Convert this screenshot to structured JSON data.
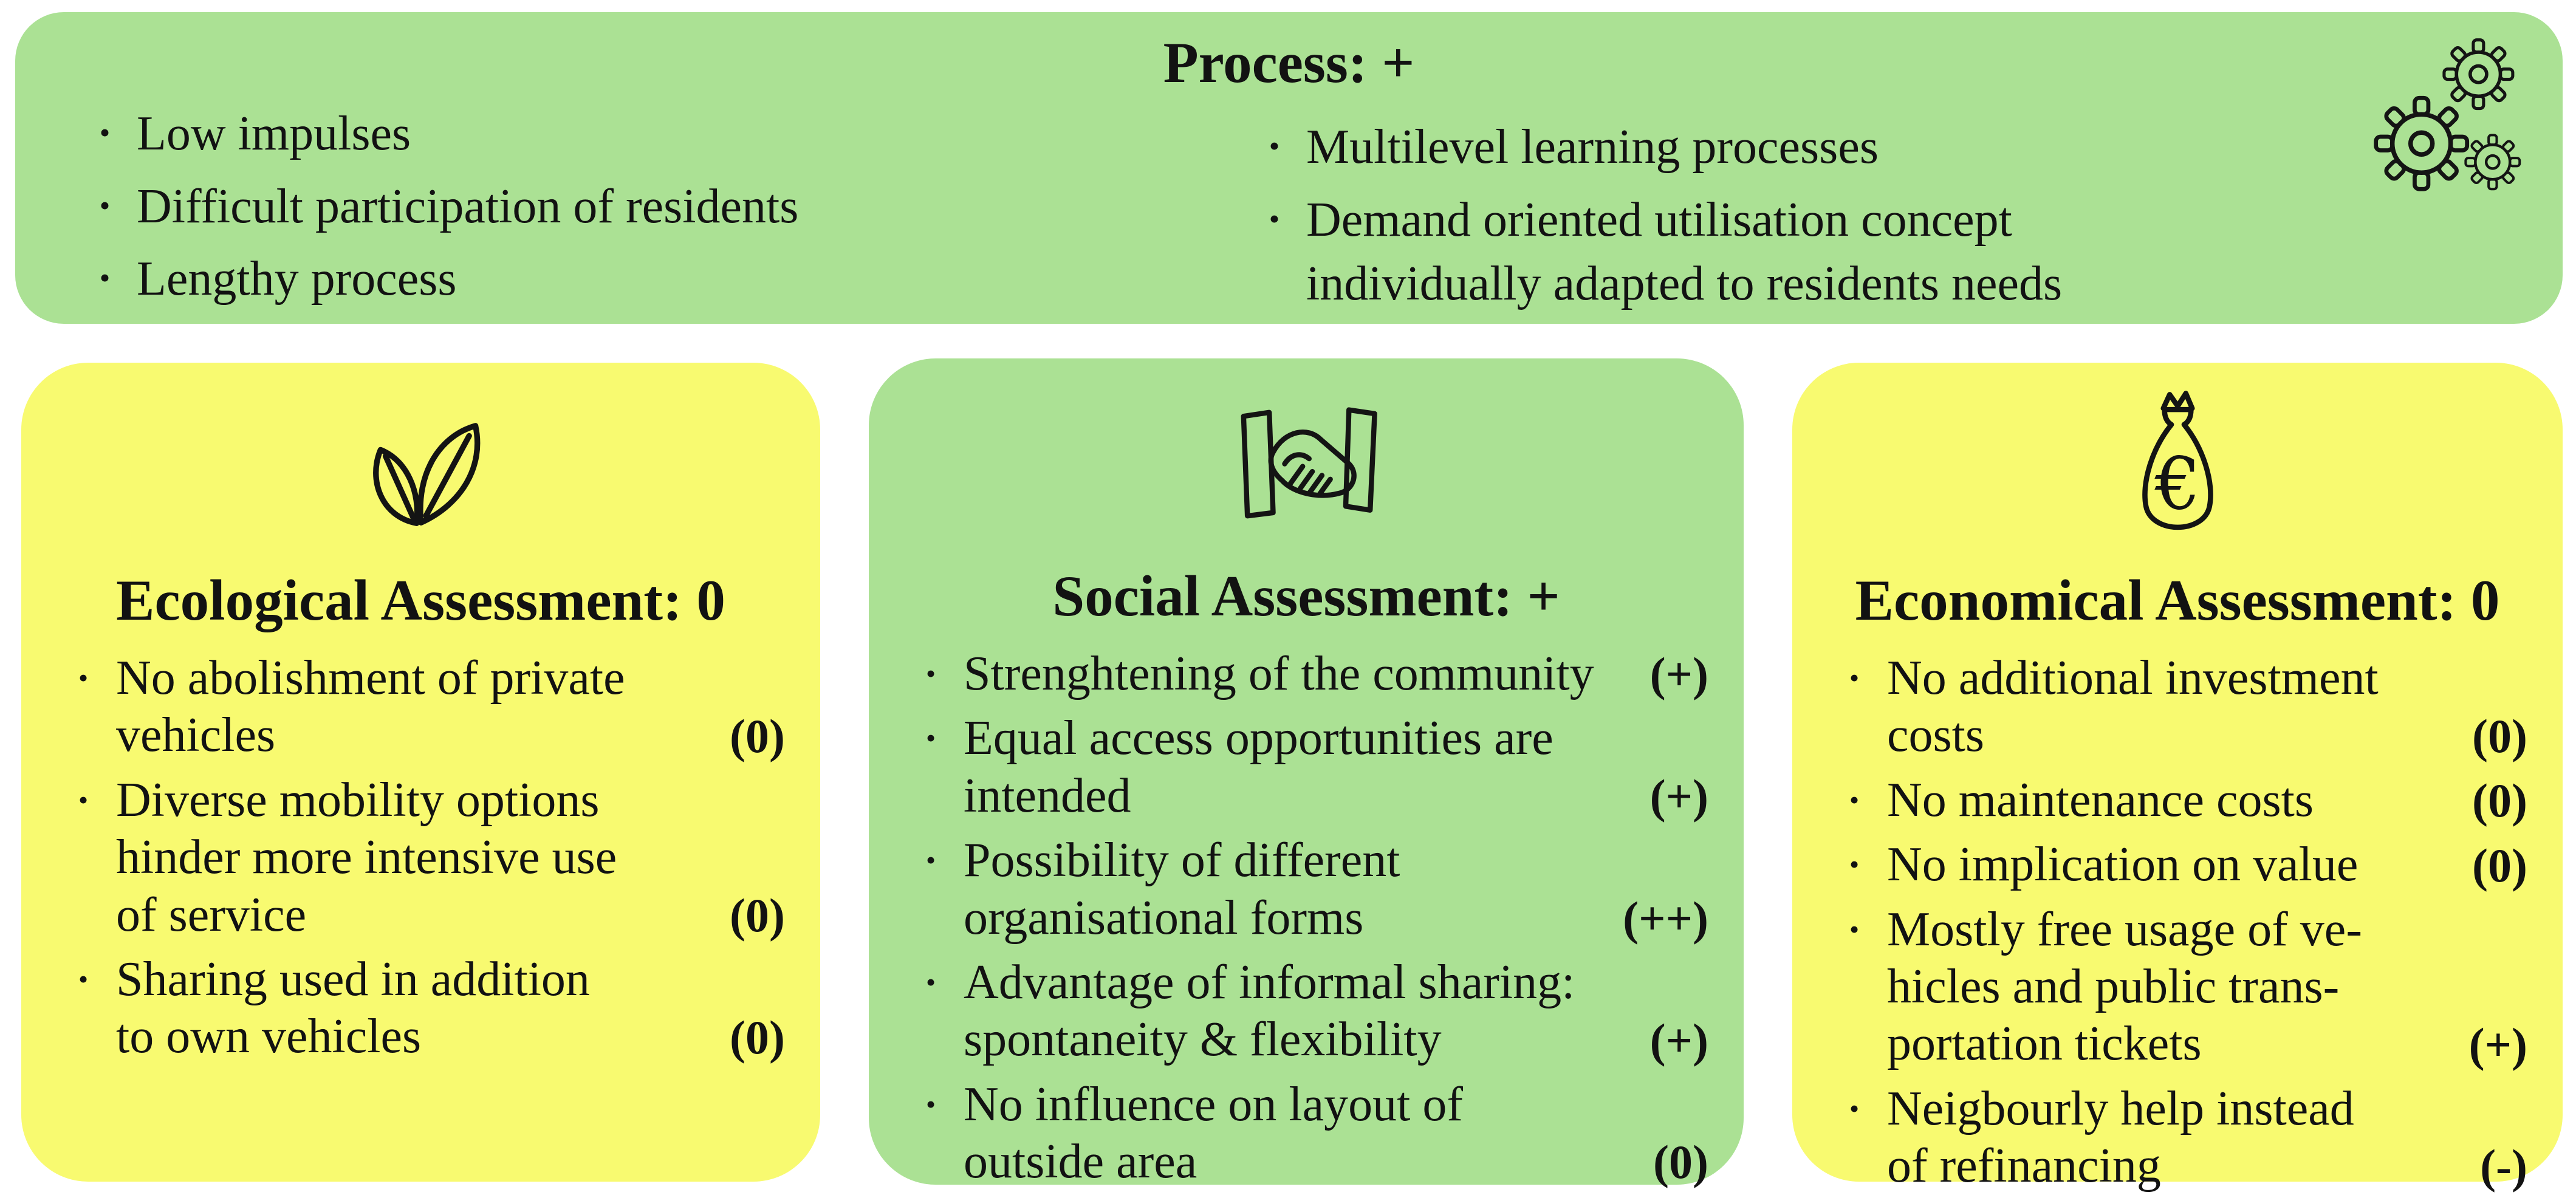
{
  "figure": {
    "background": "#ffffff",
    "colors": {
      "green": "#abe194",
      "yellow": "#f8fa70",
      "text": "#121212",
      "icon_stroke": "#141414"
    },
    "process_box": {
      "title": "Process: +",
      "icon": "gears-icon",
      "left_bullets": [
        "Low impulses",
        "Difficult participation of residents",
        "Lengthy process"
      ],
      "right_bullets": [
        "Multilevel learning processes",
        "Demand oriented utilisation concept\nindividually adapted to residents needs"
      ]
    },
    "cards": [
      {
        "id": "ecological",
        "icon": "leaf-icon",
        "color": "#f8fa70",
        "title": "Ecological Assessment: 0",
        "items": [
          {
            "text": "No abolishment of private\nvehicles",
            "rating": "(0)"
          },
          {
            "text": "Diverse mobility options\nhinder more intensive use\nof service",
            "rating": "(0)"
          },
          {
            "text": "Sharing used in addition\nto own vehicles",
            "rating": "(0)"
          }
        ]
      },
      {
        "id": "social",
        "icon": "handshake-icon",
        "color": "#abe194",
        "title": "Social Assessment: +",
        "items": [
          {
            "text": "Strenghtening of the community",
            "rating": "(+)"
          },
          {
            "text": "Equal access opportunities are\nintended",
            "rating": "(+)"
          },
          {
            "text": "Possibility of different\norganisational forms",
            "rating": "(++)"
          },
          {
            "text": "Advantage of informal sharing:\nspontaneity & flexibility",
            "rating": "(+)"
          },
          {
            "text": "No influence on layout of\noutside area",
            "rating": "(0)"
          }
        ]
      },
      {
        "id": "economical",
        "icon": "money-bag-icon",
        "color": "#f8fa70",
        "title": "Economical Assessment: 0",
        "items": [
          {
            "text": "No additional investment\ncosts",
            "rating": "(0)"
          },
          {
            "text": "No maintenance costs",
            "rating": "(0)"
          },
          {
            "text": "No implication on value",
            "rating": "(0)"
          },
          {
            "text": "Mostly free usage of ve-\nhicles and public trans-\nportation tickets",
            "rating": "(+)"
          },
          {
            "text": "Neigbourly help instead\nof refinancing",
            "rating": "(-)"
          }
        ]
      }
    ]
  }
}
